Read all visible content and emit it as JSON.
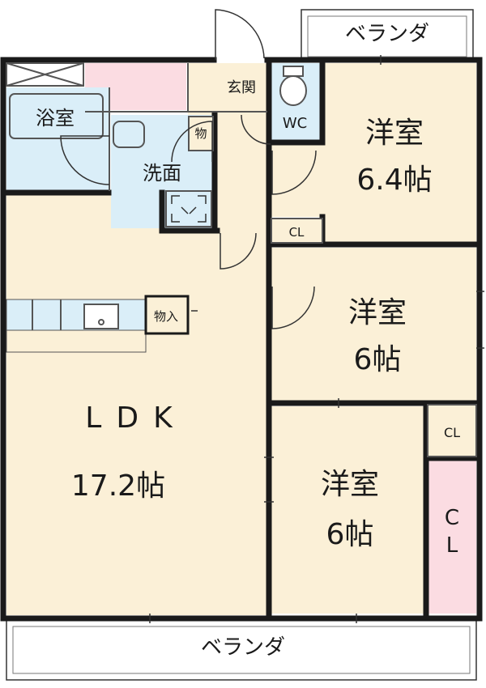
{
  "colors": {
    "floor_main": "#fbf0d7",
    "floor_wet": "#daeef8",
    "floor_closet": "#fbdce2",
    "wall": "#1a1a1a",
    "line": "#555555"
  },
  "rooms": {
    "balcony_top": "ベランダ",
    "bath": "浴室",
    "entrance": "玄関",
    "wc": "WC",
    "storage_small": "物",
    "washroom": "洗面",
    "bedroom1": {
      "name": "洋室",
      "size": "6.4帖"
    },
    "closet1": "CL",
    "storage_ldk": "物入",
    "bedroom2": {
      "name": "洋室",
      "size": "6帖"
    },
    "ldk": {
      "name": "LDK",
      "size": "17.2帖"
    },
    "closet2": "CL",
    "bedroom3": {
      "name": "洋室",
      "size": "6帖"
    },
    "closet3_line1": "C",
    "closet3_line2": "L",
    "balcony_bottom": "ベランダ"
  }
}
